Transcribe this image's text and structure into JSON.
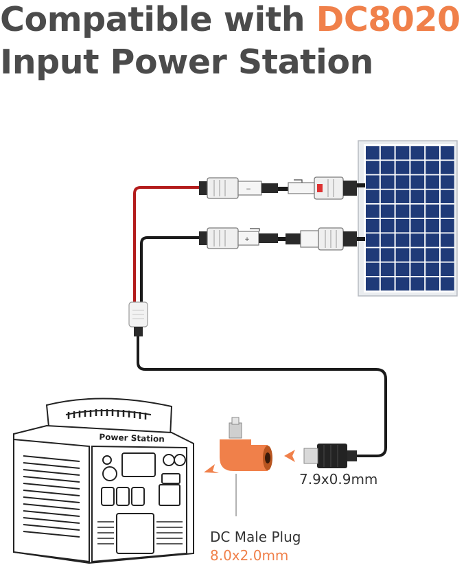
{
  "headline": {
    "line1_prefix": "Compatible with ",
    "line1_accent": "DC8020",
    "line2": "Input Power Station"
  },
  "labels": {
    "cable_plug_size": "7.9x0.9mm",
    "adapter_name": "DC Male Plug",
    "adapter_size": "8.0x2.0mm"
  },
  "device": {
    "name": "Power Station"
  },
  "colors": {
    "accent": "#f0804a",
    "text": "#4b4b4b",
    "solar_cell": "#1f3a78",
    "red_wire": "#b31b1b",
    "black_wire": "#1a1a1a"
  }
}
